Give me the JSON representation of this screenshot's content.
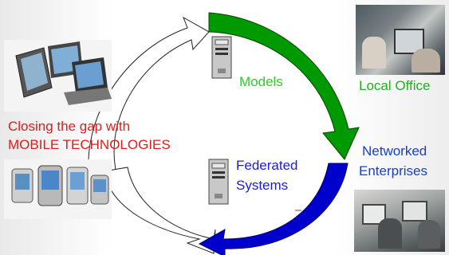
{
  "labels": {
    "models": "Models",
    "local_office": "Local Office",
    "closing_line1": "Closing the gap with",
    "closing_line2": "MOBILE TECHNOLOGIES",
    "federated_line1": "Federated",
    "federated_line2": "Systems",
    "networked_line1": "Networked",
    "networked_line2": "Enterprises"
  },
  "colors": {
    "models": "#2ecc2e",
    "local_office": "#1db31d",
    "closing": "#e01b1b",
    "federated": "#1c1cd6",
    "networked": "#1a3fc4",
    "arrow_green": "#009900",
    "arrow_blue": "#0000cc"
  },
  "icons": [
    "server-icon",
    "laptop-icon",
    "pda-icon",
    "office-photo",
    "enterprise-photo"
  ]
}
